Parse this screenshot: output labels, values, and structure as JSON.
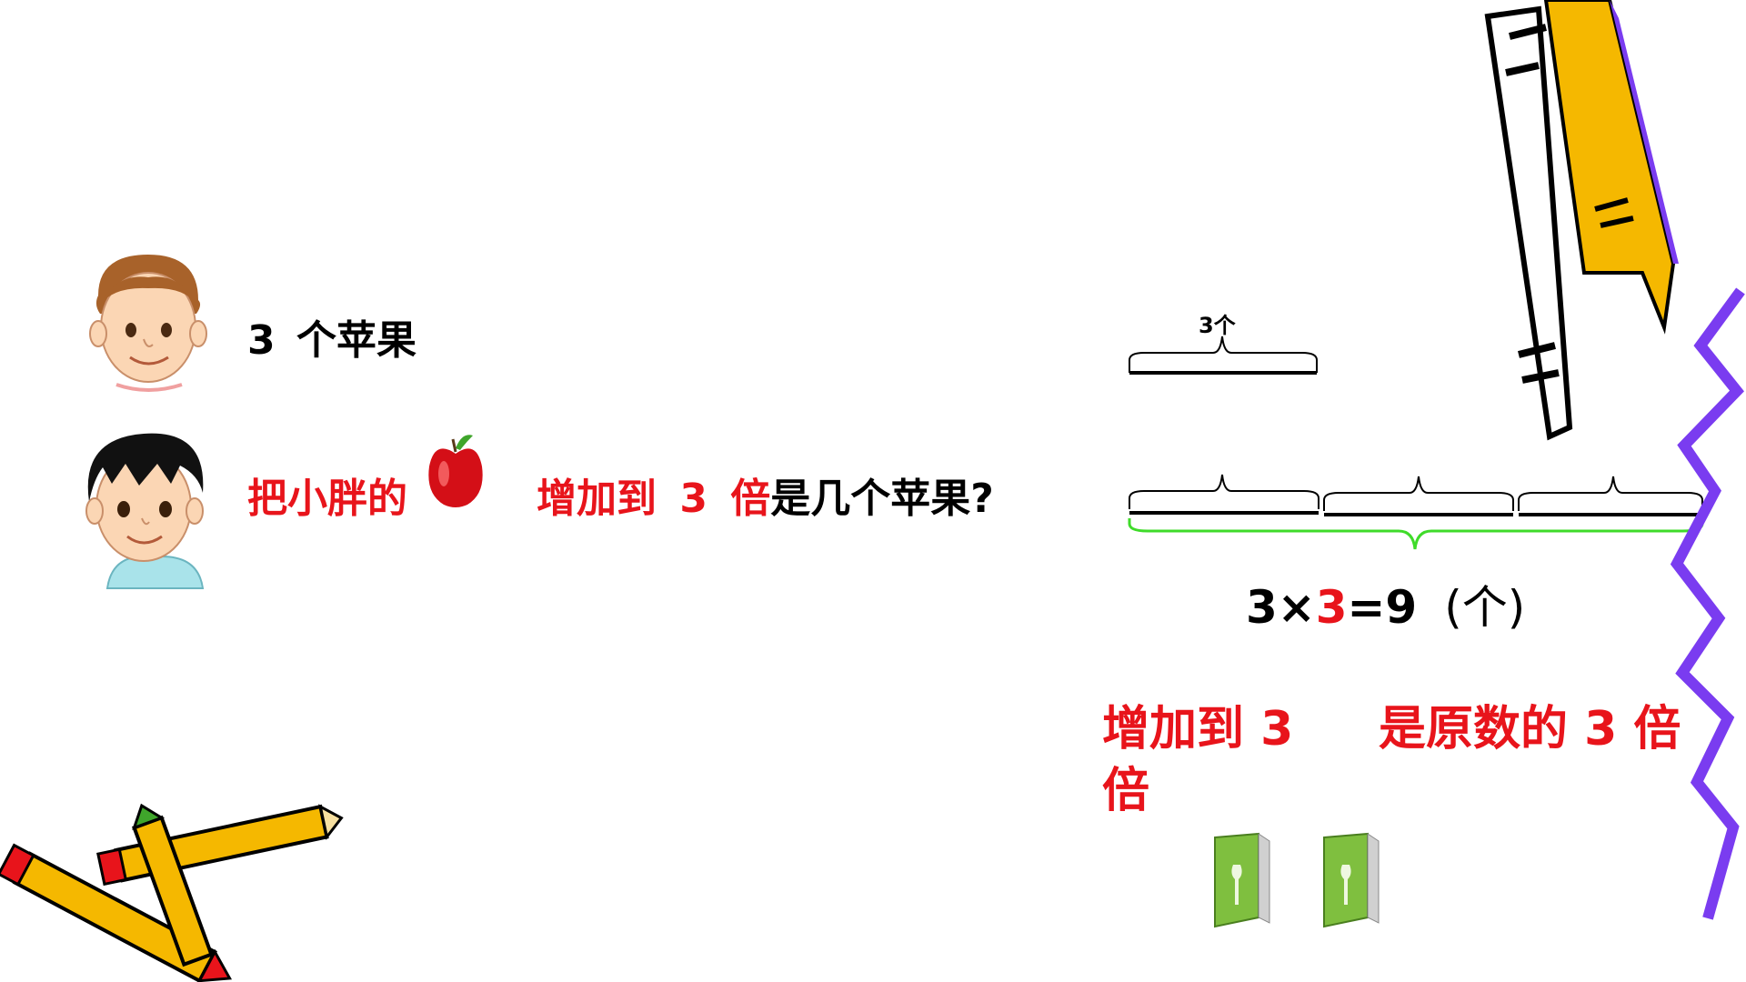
{
  "left": {
    "line1": {
      "number": "3",
      "text": "个苹果"
    },
    "line2": {
      "part1": "把小胖的",
      "part2_prefix": "增加到",
      "number": "3",
      "part2_suffix": "倍",
      "part3": "是几个苹果?"
    }
  },
  "diagram": {
    "top_label": "3个",
    "equation": {
      "a": "3",
      "op": "×",
      "b": "3",
      "eq": "=9",
      "unit": "(个)"
    }
  },
  "conclusion": {
    "left": "增加到 3 倍",
    "right": "是原数的 3 倍"
  },
  "colors": {
    "accent_red": "#e8141b",
    "brace_green": "#3fdb2a",
    "zigzag_purple": "#7a3cf0",
    "pencil_yellow": "#f5b800",
    "book_green": "#7fbf3f"
  }
}
